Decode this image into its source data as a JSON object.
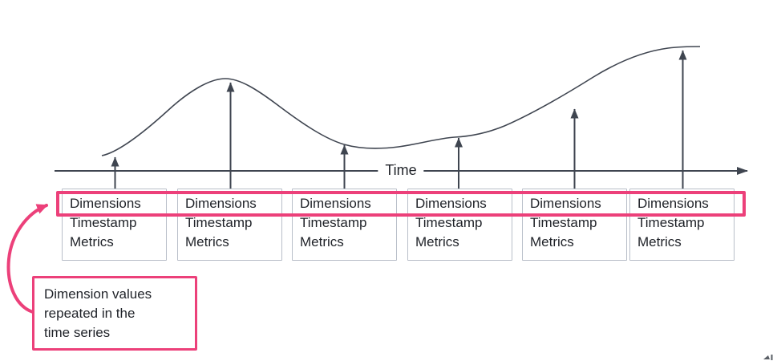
{
  "colors": {
    "accent_pink": "#EC407A",
    "line_ink": "#3F4550",
    "box_border": "#B9BFC9",
    "text_ink": "#1F2228"
  },
  "axis": {
    "label": "Time"
  },
  "records": [
    {
      "dimensions": "Dimensions",
      "timestamp": "Timestamp",
      "metrics": "Metrics"
    },
    {
      "dimensions": "Dimensions",
      "timestamp": "Timestamp",
      "metrics": "Metrics"
    },
    {
      "dimensions": "Dimensions",
      "timestamp": "Timestamp",
      "metrics": "Metrics"
    },
    {
      "dimensions": "Dimensions",
      "timestamp": "Timestamp",
      "metrics": "Metrics"
    },
    {
      "dimensions": "Dimensions",
      "timestamp": "Timestamp",
      "metrics": "Metrics"
    },
    {
      "dimensions": "Dimensions",
      "timestamp": "Timestamp",
      "metrics": "Metrics"
    }
  ],
  "callout": {
    "lines": [
      "Dimension values",
      "repeated in the",
      "time series"
    ]
  }
}
